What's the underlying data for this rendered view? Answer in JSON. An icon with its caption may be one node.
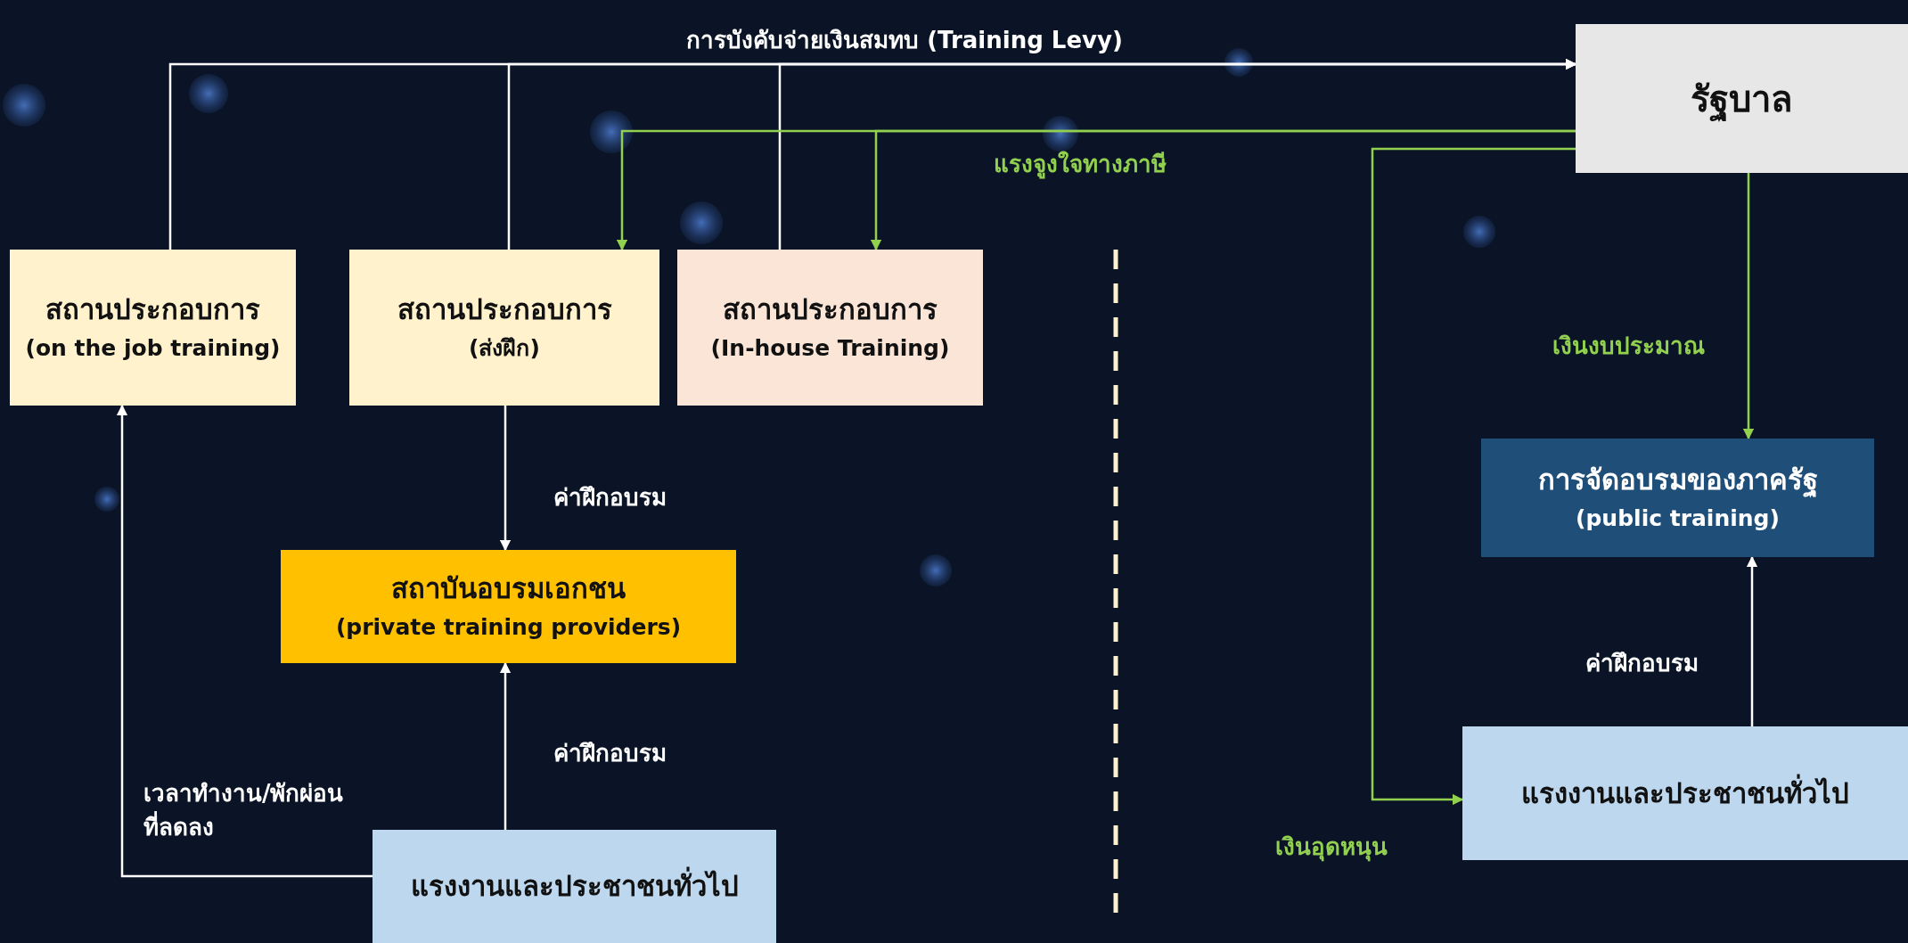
{
  "diagram": {
    "nodes": [
      {
        "text": [
          "รัฐบาล"
        ]
      },
      {
        "text": [
          "สถานประกอบการ",
          "(on the job training)"
        ]
      },
      {
        "text": [
          "สถานประกอบการ",
          "(ส่งฝึก)"
        ]
      },
      {
        "text": [
          "สถานประกอบการ",
          "(In-house Training)"
        ]
      },
      {
        "text": [
          "สถาบันอบรมเอกชน",
          "(private training providers)"
        ]
      },
      {
        "text": [
          "แรงงานและประชาชนทั่วไป"
        ]
      },
      {
        "text": [
          "การจัดอบรมของภาครัฐ",
          "(public training)"
        ]
      },
      {
        "text": [
          "แรงงานและประชาชนทั่วไป"
        ]
      }
    ],
    "edges": [
      {
        "from": 1,
        "to": 0,
        "arrow": "to",
        "label": "การบังคับจ่ายเงินสมทบ (Training Levy)"
      },
      {
        "from": 2,
        "to": 0,
        "arrow": "to"
      },
      {
        "from": 3,
        "to": 0,
        "arrow": "to"
      },
      {
        "from": 0,
        "to": 2,
        "arrow": "to",
        "color": "#92d050",
        "label": "แรงจูงใจทางภาษี"
      },
      {
        "from": 0,
        "to": 3,
        "arrow": "to",
        "color": "#92d050"
      },
      {
        "from": 0,
        "to": 6,
        "arrow": "to",
        "color": "#92d050",
        "label": "เงินงบประมาณ"
      },
      {
        "from": 0,
        "to": 7,
        "arrow": "to",
        "color": "#92d050",
        "label": "เงินอุดหนุน"
      },
      {
        "from": 2,
        "to": 4,
        "arrow": "to",
        "label": "ค่าฝึกอบรม"
      },
      {
        "from": 5,
        "to": 4,
        "arrow": "to",
        "label": "ค่าฝึกอบรม"
      },
      {
        "from": 5,
        "to": 1,
        "arrow": "to",
        "label": "เวลาทำงาน/พักผ่อน ที่ลดลง"
      },
      {
        "from": 7,
        "to": 6,
        "arrow": "to",
        "label": "ค่าฝึกอบรม"
      }
    ]
  }
}
